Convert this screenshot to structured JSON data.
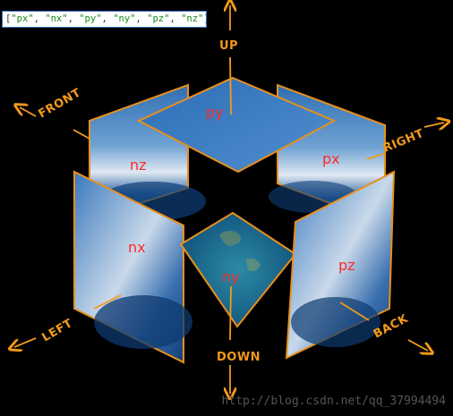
{
  "code_snippet": {
    "open_bracket": "[",
    "items": [
      "\"px\"",
      "\"nx\"",
      "\"py\"",
      "\"ny\"",
      "\"pz\"",
      "\"nz\""
    ],
    "separator": ", ",
    "close": "];"
  },
  "faces": {
    "top_label": "py",
    "front_label": "nz",
    "right_label": "px",
    "left_label": "nx",
    "bottom_label": "ny",
    "back_label": "pz"
  },
  "directions": {
    "up": "UP",
    "front": "FRONT",
    "right": "RIGHT",
    "left": "LEFT",
    "down": "DOWN",
    "back": "BACK"
  },
  "watermark": "http://blog.csdn.net/qq_37994494",
  "colors": {
    "background": "#000000",
    "outline": "#e8901e",
    "arrow": "#f39a1c",
    "face_label": "#ff2a2a",
    "sky": "#3f7fc0",
    "ocean": "#1e6f96"
  }
}
